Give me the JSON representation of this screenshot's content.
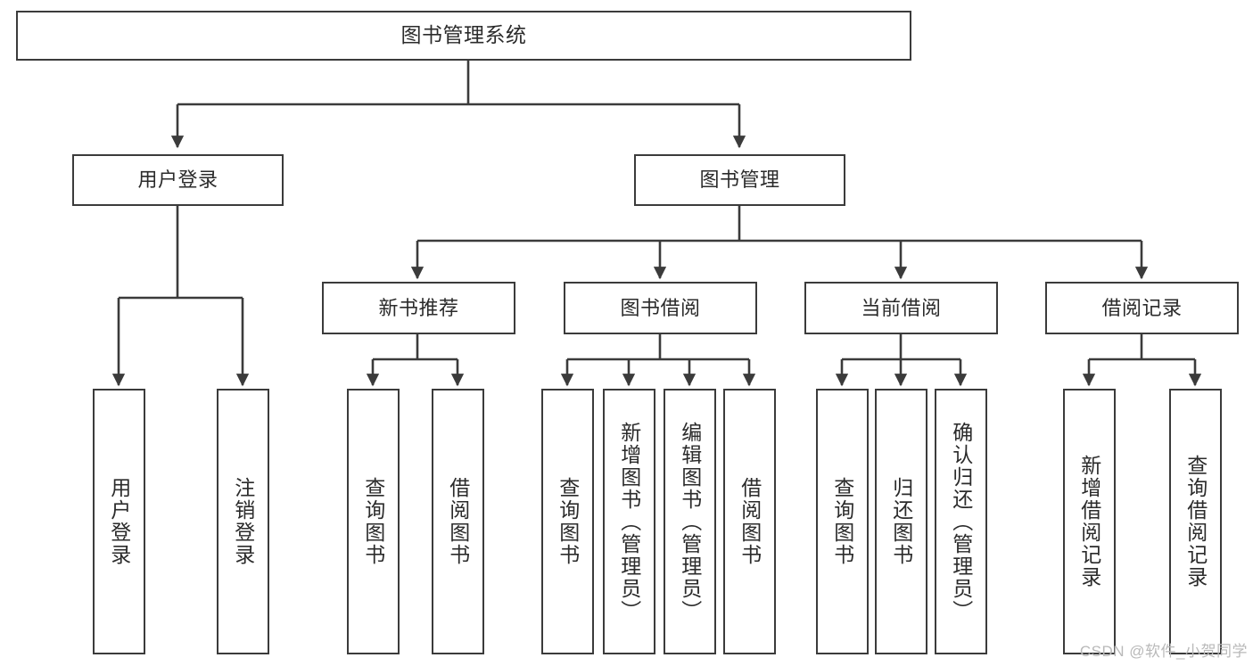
{
  "diagram": {
    "type": "tree-hierarchy",
    "title": "图书管理系统",
    "watermark": "CSDN @软件_小贺同学",
    "colors": {
      "stroke": "#3b3b3b",
      "fill": "#ffffff",
      "text": "#2b2b2b",
      "watermark": "#b9b9b9"
    },
    "nodes": {
      "root": {
        "label": "图书管理系统"
      },
      "level2": [
        {
          "id": "user-login",
          "label": "用户登录"
        },
        {
          "id": "book-manage",
          "label": "图书管理"
        }
      ],
      "level3": [
        {
          "id": "new-book-recommend",
          "label": "新书推荐"
        },
        {
          "id": "book-borrow",
          "label": "图书借阅"
        },
        {
          "id": "current-borrow",
          "label": "当前借阅"
        },
        {
          "id": "borrow-record",
          "label": "借阅记录"
        }
      ],
      "leaves": {
        "user-login": [
          {
            "id": "leaf-user-login",
            "label": "用户登录"
          },
          {
            "id": "leaf-logout-login",
            "label": "注销登录"
          }
        ],
        "new-book-recommend": [
          {
            "id": "leaf-query-book-1",
            "label": "查询图书"
          },
          {
            "id": "leaf-borrow-book-1",
            "label": "借阅图书"
          }
        ],
        "book-borrow": [
          {
            "id": "leaf-query-book-2",
            "label": "查询图书"
          },
          {
            "id": "leaf-add-book",
            "label": "新增图书（管理员）"
          },
          {
            "id": "leaf-edit-book",
            "label": "编辑图书（管理员）"
          },
          {
            "id": "leaf-borrow-book-2",
            "label": "借阅图书"
          }
        ],
        "current-borrow": [
          {
            "id": "leaf-query-book-3",
            "label": "查询图书"
          },
          {
            "id": "leaf-return-book",
            "label": "归还图书"
          },
          {
            "id": "leaf-confirm-return",
            "label": "确认归还（管理员）"
          }
        ],
        "borrow-record": [
          {
            "id": "leaf-add-record",
            "label": "新增借阅记录"
          },
          {
            "id": "leaf-query-record",
            "label": "查询借阅记录"
          }
        ]
      }
    }
  }
}
